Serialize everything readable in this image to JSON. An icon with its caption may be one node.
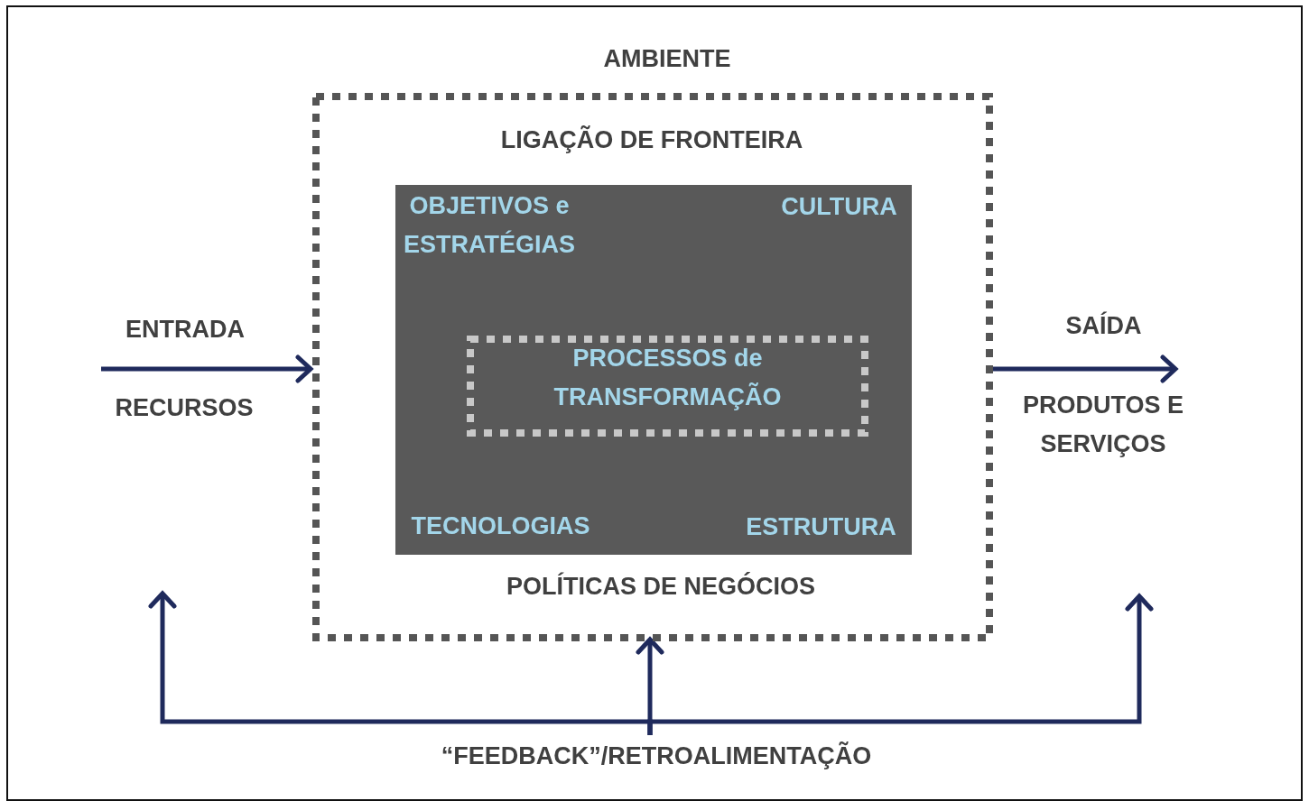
{
  "diagram": {
    "nodes": [
      {
        "text": [
          "AMBIENTE"
        ]
      },
      {
        "text": [
          "LIGAÇÃO DE FRONTEIRA",
          "POLÍTICAS DE NEGÓCIOS"
        ],
        "in": 0
      },
      {
        "text": [
          "OBJETIVOS e ESTRATÉGIAS",
          "CULTURA",
          "TECNOLOGIAS",
          "ESTRUTURA"
        ],
        "in": 1
      },
      {
        "text": [
          "PROCESSOS de TRANSFORMAÇÃO"
        ],
        "in": 2
      },
      {
        "text": [
          "“FEEDBACK”/RETROALIMENTAÇÃO"
        ],
        "in": 0
      }
    ],
    "edges": [
      {
        "from": null,
        "to": 1,
        "arrow": "to",
        "label": "ENTRADA"
      },
      {
        "from": 1,
        "to": null,
        "arrow": "to",
        "label": "SAÍDA"
      },
      {
        "from": 4,
        "to": null,
        "arrow": "to"
      },
      {
        "from": 4,
        "to": 1,
        "arrow": "to"
      },
      {
        "from": 4,
        "to": null,
        "arrow": "to"
      }
    ],
    "labels": [
      "RECURSOS",
      "PRODUTOS E SERVIÇOS"
    ]
  }
}
